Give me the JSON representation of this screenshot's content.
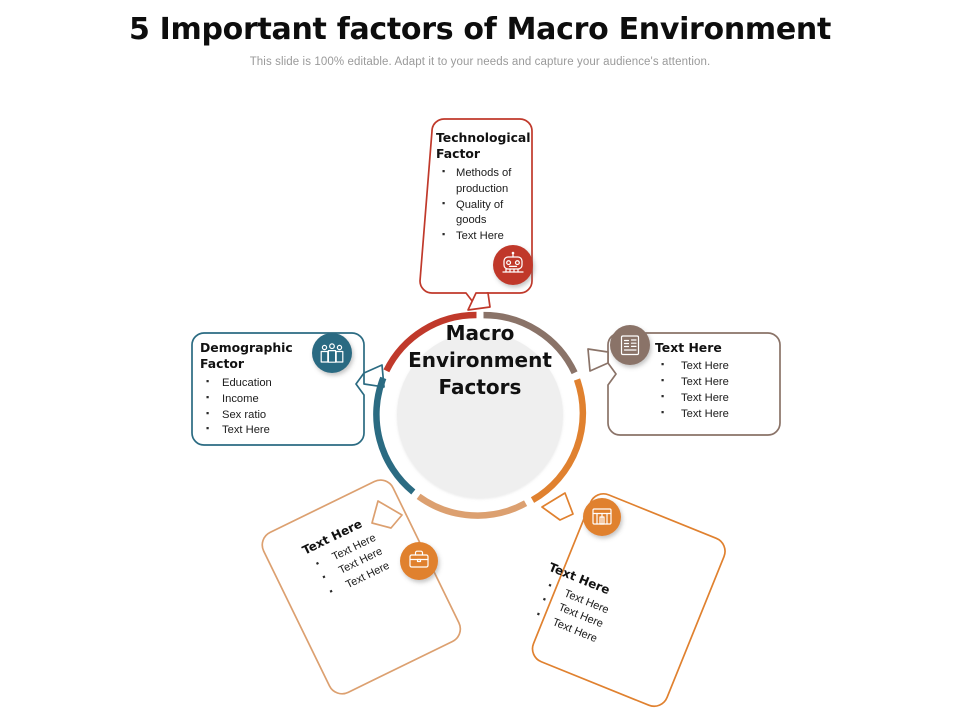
{
  "header": {
    "title": "5 Important factors of Macro Environment",
    "subtitle": "This slide is 100% editable. Adapt it to your needs and capture  your audience's attention."
  },
  "hub": {
    "line1": "Macro",
    "line2": "Environment",
    "line3": "Factors",
    "fill": "#efefef"
  },
  "colors": {
    "red": "#c0392b",
    "taupe": "#8a7368",
    "orange": "#e0812f",
    "tan": "#dca070",
    "teal": "#2b6b82",
    "title": "#0d0d0d",
    "subtitle": "#9a9a9a",
    "hub_fill": "#efefef"
  },
  "callouts": [
    {
      "id": "technological",
      "position": "top",
      "heading": "Technological Factor",
      "items": [
        "Methods of production",
        "Quality of goods",
        "Text Here"
      ],
      "color": "#c0392b",
      "icon": "robot-icon"
    },
    {
      "id": "demographic",
      "position": "left",
      "heading": "Demographic Factor",
      "items": [
        "Education",
        "Income",
        "Sex ratio",
        "Text Here"
      ],
      "color": "#2b6b82",
      "icon": "people-group-icon"
    },
    {
      "id": "right-text",
      "position": "right",
      "heading": "Text Here",
      "items": [
        "Text Here",
        "Text Here",
        "Text Here",
        "Text Here"
      ],
      "color": "#8a7368",
      "icon": "document-report-icon"
    },
    {
      "id": "bottom-left-text",
      "position": "bottom-left",
      "heading": "Text Here",
      "items": [
        "Text Here",
        "Text Here",
        "Text Here"
      ],
      "color": "#dca070",
      "icon": "briefcase-icon"
    },
    {
      "id": "bottom-right-text",
      "position": "bottom-right",
      "heading": "Text Here",
      "items": [
        "Text Here",
        "Text Here",
        "Text Here"
      ],
      "color": "#e0812f",
      "icon": "bank-building-icon"
    }
  ],
  "ring": {
    "segments": [
      {
        "name": "technological-segment",
        "color": "#c0392b"
      },
      {
        "name": "right-segment",
        "color": "#8a7368"
      },
      {
        "name": "bottom-right-segment",
        "color": "#e0812f"
      },
      {
        "name": "bottom-left-segment",
        "color": "#dca070"
      },
      {
        "name": "demographic-segment",
        "color": "#2b6b82"
      }
    ]
  }
}
